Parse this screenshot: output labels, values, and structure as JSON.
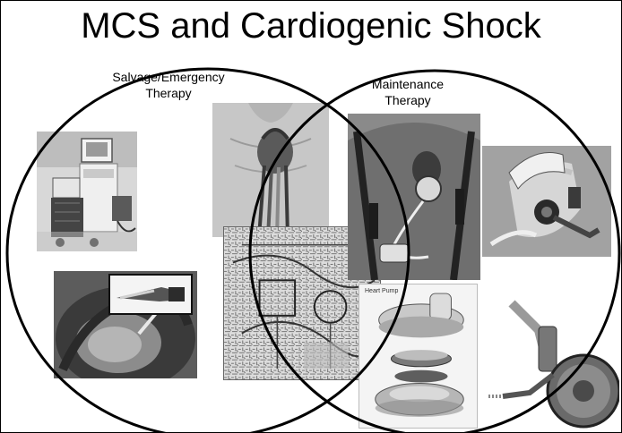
{
  "slide": {
    "title": "MCS and Cardiogenic Shock",
    "left_circle_label": [
      "Salvage/Emergency",
      "Therapy"
    ],
    "right_circle_label": [
      "Maintenance",
      "Therapy"
    ],
    "pump_figure_caption": "Heart Pump"
  },
  "images": [
    {
      "name": "console-cart-photo",
      "subject": "mcs-console"
    },
    {
      "name": "catheter-heart-photo",
      "subject": "percutaneous-device"
    },
    {
      "name": "chest-heart-illustration",
      "subject": "cannulated-heart"
    },
    {
      "name": "circuit-diagram-photo",
      "subject": "noisy-diagram"
    },
    {
      "name": "implanted-lvad-photo",
      "subject": "implanted-lvad"
    },
    {
      "name": "hand-pump-photo",
      "subject": "pump-in-hand"
    },
    {
      "name": "pump-exploded-view",
      "subject": "exploded-pump"
    },
    {
      "name": "centrifugal-pump-photo",
      "subject": "centrifugal-pump"
    }
  ]
}
